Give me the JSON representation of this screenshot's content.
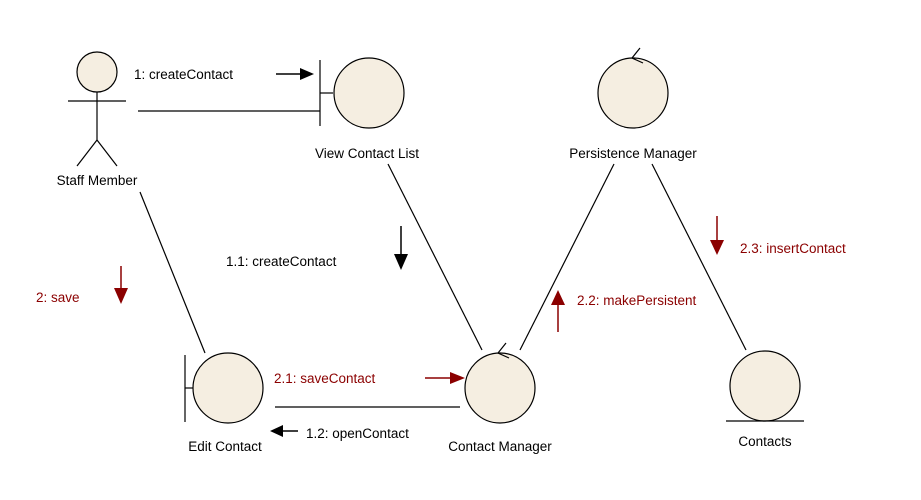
{
  "colors": {
    "background": "#ffffff",
    "node_fill": "#f5eee1",
    "stroke": "#000000",
    "message_black": "#000000",
    "message_red": "#8b0000"
  },
  "diagram": {
    "kind": "uml-communication-diagram",
    "nodes": {
      "staff_member": {
        "label": "Staff Member",
        "type": "actor"
      },
      "view_contact_list": {
        "label": "View Contact List",
        "type": "boundary"
      },
      "persistence_manager": {
        "label": "Persistence Manager",
        "type": "control"
      },
      "edit_contact": {
        "label": "Edit Contact",
        "type": "boundary"
      },
      "contact_manager": {
        "label": "Contact Manager",
        "type": "control"
      },
      "contacts": {
        "label": "Contacts",
        "type": "entity"
      }
    },
    "messages": {
      "create_contact": {
        "label": "1: createContact",
        "color": "black",
        "direction": "right"
      },
      "create_contact_1_1": {
        "label": "1.1: createContact",
        "color": "black",
        "direction": "down"
      },
      "open_contact": {
        "label": "1.2: openContact",
        "color": "black",
        "direction": "left"
      },
      "save": {
        "label": "2: save",
        "color": "red",
        "direction": "down"
      },
      "save_contact": {
        "label": "2.1: saveContact",
        "color": "red",
        "direction": "right"
      },
      "make_persistent": {
        "label": "2.2: makePersistent",
        "color": "red",
        "direction": "up"
      },
      "insert_contact": {
        "label": "2.3: insertContact",
        "color": "red",
        "direction": "down"
      }
    }
  }
}
